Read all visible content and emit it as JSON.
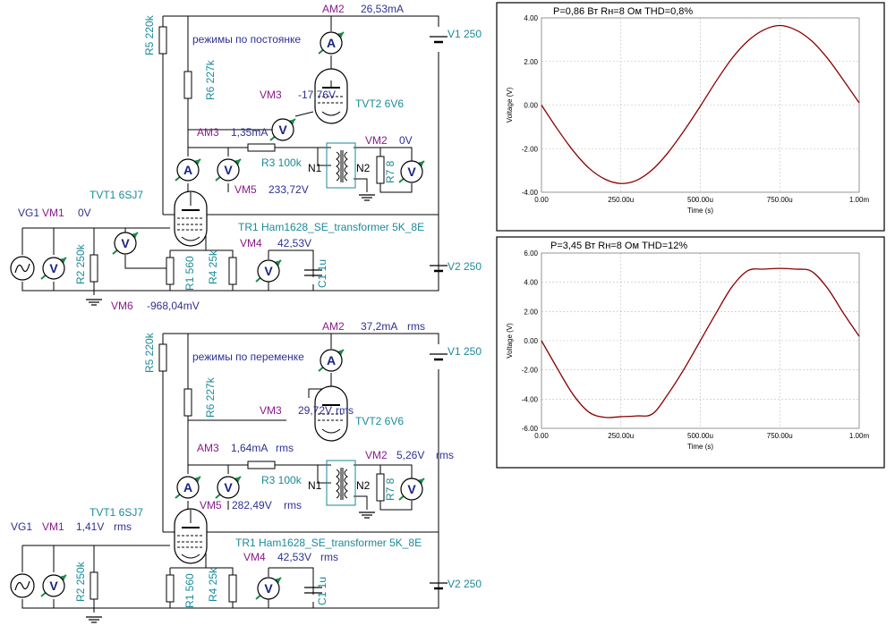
{
  "circuits": [
    {
      "mode_label": "режимы по постоянке",
      "AM2": {
        "name": "AM2",
        "value": "26,53mA",
        "unit": ""
      },
      "VM3": {
        "name": "VM3",
        "value": "-17,76V",
        "unit": ""
      },
      "AM3": {
        "name": "AM3",
        "value": "1,35mA",
        "unit": ""
      },
      "VM2": {
        "name": "VM2",
        "value": "0V",
        "unit": ""
      },
      "VM5": {
        "name": "VM5",
        "value": "233,72V",
        "unit": ""
      },
      "VM1": {
        "name": "VM1",
        "value": "0V",
        "unit": ""
      },
      "VM4": {
        "name": "VM4",
        "value": "42,53V",
        "unit": ""
      },
      "VM6": {
        "name": "VM6",
        "value": "-968,04mV"
      },
      "VG1": "VG1",
      "V1": "V1 250",
      "V2": "V2 250",
      "TVT1": "TVT1 6SJ7",
      "TVT2": "TVT2 6V6",
      "TR1": "TR1 Ham1628_SE_transformer 5K_8E",
      "R1": "R1 560",
      "R2": "R2 250k",
      "R3": "R3 100k",
      "R4": "R4 25k",
      "R5": "R5 220k",
      "R6": "R6 227k",
      "R7": "R7 8",
      "C1": "C1 1u",
      "N1": "N1",
      "N2": "N2"
    },
    {
      "mode_label": "режимы по переменке",
      "AM2": {
        "name": "AM2",
        "value": "37,2mA",
        "unit": "rms"
      },
      "VM3": {
        "name": "VM3",
        "value": "29,72V",
        "unit": "rms"
      },
      "AM3": {
        "name": "AM3",
        "value": "1,64mA",
        "unit": "rms"
      },
      "VM2": {
        "name": "VM2",
        "value": "5,26V",
        "unit": "rms"
      },
      "VM5": {
        "name": "VM5",
        "value": "282,49V",
        "unit": "rms"
      },
      "VM1": {
        "name": "VM1",
        "value": "1,41V",
        "unit": "rms"
      },
      "VM4": {
        "name": "VM4",
        "value": "42,53V",
        "unit": "rms"
      },
      "VG1": "VG1",
      "V1": "V1 250",
      "V2": "V2 250",
      "TVT1": "TVT1 6SJ7",
      "TVT2": "TVT2 6V6",
      "TR1": "TR1 Ham1628_SE_transformer 5K_8E",
      "R1": "R1 560",
      "R2": "R2 250k",
      "R3": "R3 100k",
      "R4": "R4 25k",
      "R5": "R5 220k",
      "R6": "R6 227k",
      "R7": "R7 8",
      "C1": "C1 1u",
      "N1": "N1",
      "N2": "N2"
    }
  ],
  "meter_symbols": {
    "ammeter": "A",
    "voltmeter": "V",
    "plus": "+"
  },
  "chart_data": [
    {
      "type": "line",
      "title": "P=0,86 Вт     Rн=8 Ом     THD=0,8%",
      "xlabel": "Time (s)",
      "ylabel": "Voltage (V)",
      "xlim": [
        0,
        1.0
      ],
      "ylim": [
        -4.0,
        4.0
      ],
      "x_ticks": [
        "0.00",
        "250.00u",
        "500.00u",
        "750.00u",
        "1.00m"
      ],
      "y_ticks": [
        "4.00",
        "2.00",
        "0.00",
        "-2.00",
        "-4.00"
      ],
      "y_tick_values": [
        4,
        2,
        0,
        -2,
        -4
      ],
      "grid": true,
      "series": [
        {
          "x": [
            0,
            0.05,
            0.1,
            0.15,
            0.2,
            0.25,
            0.3,
            0.35,
            0.4,
            0.45,
            0.5,
            0.55,
            0.6,
            0.65,
            0.7,
            0.75,
            0.8,
            0.85,
            0.9,
            0.95,
            1.0
          ],
          "y": [
            0,
            -1.1,
            -2.1,
            -2.9,
            -3.4,
            -3.6,
            -3.45,
            -2.95,
            -2.15,
            -1.15,
            -0.05,
            1.1,
            2.15,
            2.95,
            3.45,
            3.65,
            3.45,
            2.95,
            2.15,
            1.15,
            0.1
          ]
        }
      ]
    },
    {
      "type": "line",
      "title": "P=3,45 Вт     Rн=8 Ом     THD=12%",
      "xlabel": "Time (s)",
      "ylabel": "Voltage (V)",
      "xlim": [
        0,
        1.0
      ],
      "ylim": [
        -6.0,
        6.0
      ],
      "x_ticks": [
        "0.00",
        "250.00u",
        "500.00u",
        "750.00u",
        "1.00m"
      ],
      "y_ticks": [
        "6.00",
        "4.00",
        "2.00",
        "0.00",
        "-2.00",
        "-4.00",
        "-6.00"
      ],
      "y_tick_values": [
        6,
        4,
        2,
        0,
        -2,
        -4,
        -6
      ],
      "grid": true,
      "series": [
        {
          "x": [
            0,
            0.05,
            0.1,
            0.15,
            0.2,
            0.25,
            0.3,
            0.35,
            0.4,
            0.45,
            0.5,
            0.55,
            0.6,
            0.65,
            0.7,
            0.75,
            0.8,
            0.85,
            0.9,
            0.95,
            1.0
          ],
          "y": [
            0,
            -1.9,
            -3.7,
            -4.9,
            -5.25,
            -5.2,
            -5.15,
            -5.0,
            -3.6,
            -1.9,
            0,
            1.9,
            3.7,
            4.8,
            4.9,
            4.95,
            4.9,
            4.75,
            3.6,
            1.9,
            0.3
          ]
        }
      ]
    }
  ]
}
